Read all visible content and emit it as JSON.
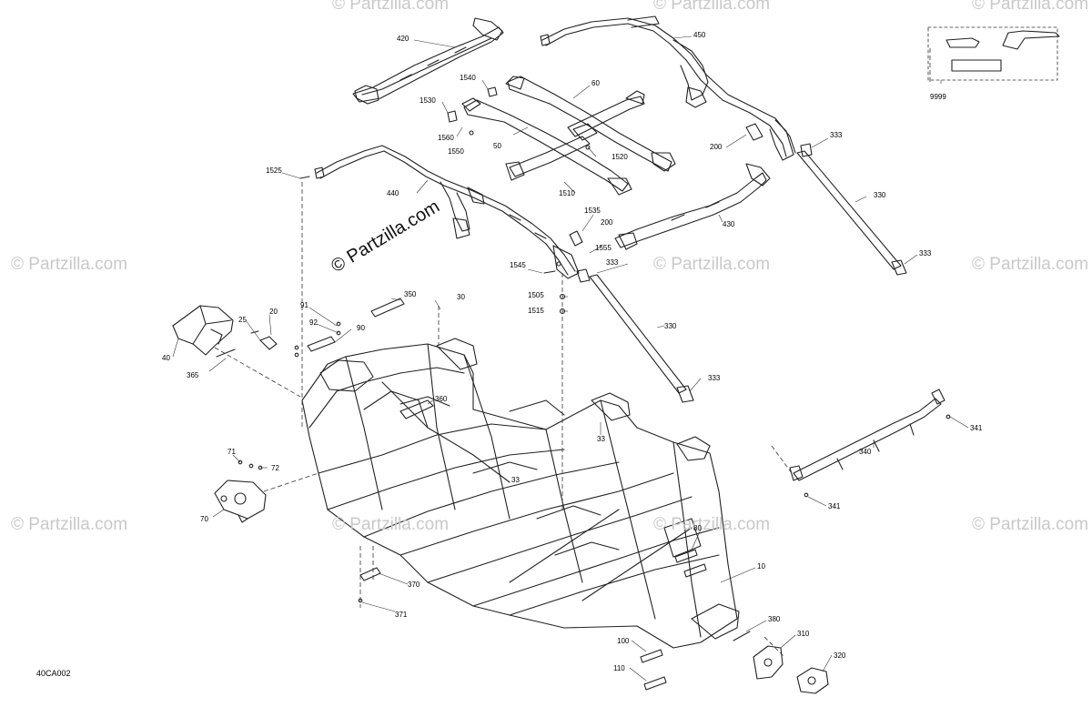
{
  "diagram_code": "40CA002",
  "watermark": "© Partzilla.com",
  "parts": [
    "420",
    "450",
    "1540",
    "60",
    "1530",
    "1560",
    "1550",
    "50",
    "1520",
    "9999",
    "200",
    "333",
    "1525",
    "1510",
    "440",
    "330",
    "1535",
    "430",
    "1555",
    "1545",
    "1505",
    "1515",
    "350",
    "30",
    "91",
    "92",
    "90",
    "25",
    "20",
    "40",
    "365",
    "360",
    "71",
    "72",
    "70",
    "80",
    "10",
    "370",
    "371",
    "340",
    "341",
    "380",
    "310",
    "100",
    "320",
    "110"
  ]
}
